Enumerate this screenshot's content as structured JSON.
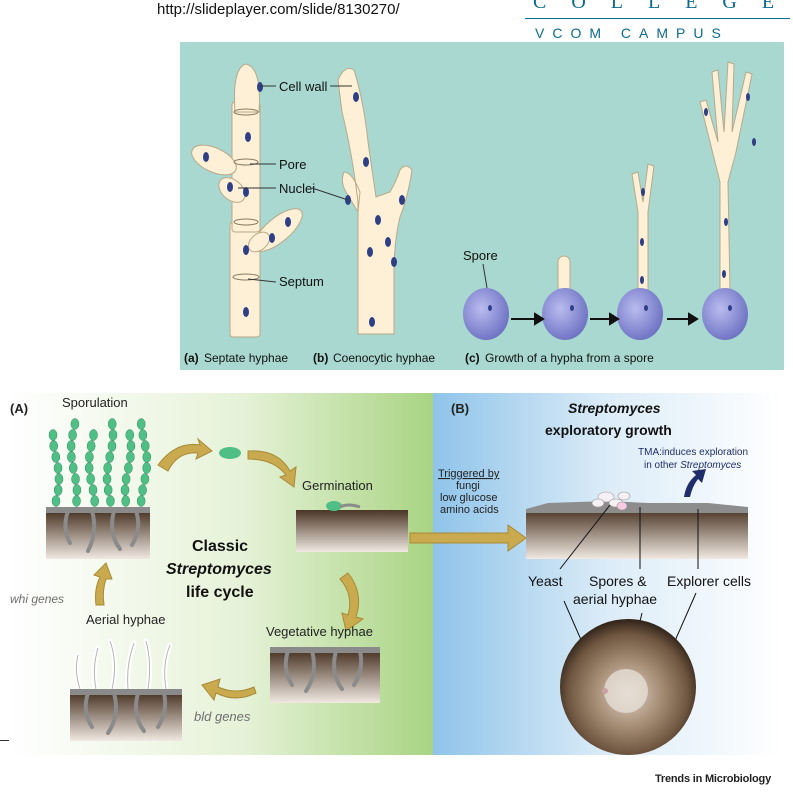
{
  "header": {
    "url": "http://slideplayer.com/slide/8130270/",
    "brand_line1": "COLLEGE",
    "brand_line2": "VCOM CAMPUS"
  },
  "fungal_figure": {
    "labels": {
      "cell_wall": "Cell wall",
      "pore": "Pore",
      "nuclei": "Nuclei",
      "septum": "Septum",
      "spore": "Spore"
    },
    "captions": {
      "a_letter": "(a)",
      "a_text": "Septate hyphae",
      "b_letter": "(b)",
      "b_text": "Coenocytic hyphae",
      "c_letter": "(c)",
      "c_text": "Growth of a hypha from a spore"
    }
  },
  "streptomyces_figure": {
    "panel_a": {
      "tag": "(A)",
      "sporulation": "Sporulation",
      "germination": "Germination",
      "title_line1": "Classic",
      "title_line2": "Streptomyces",
      "title_line3": "life cycle",
      "whi_genes": "whi genes",
      "aerial_hyphae": "Aerial hyphae",
      "vegetative_hyphae": "Vegetative hyphae",
      "bld_genes": "bld genes",
      "trigger_line1": "Triggered by",
      "trigger_line2": "fungi",
      "trigger_line3": "low glucose",
      "trigger_line4": "amino acids"
    },
    "panel_b": {
      "tag": "(B)",
      "title_line1": "Streptomyces",
      "title_line2": "exploratory growth",
      "tma_line1": "TMA:induces exploration",
      "tma_line2_prefix": "in other ",
      "tma_line2_italic": "Streptomyces",
      "yeast": "Yeast",
      "spores_line1": "Spores &",
      "spores_line2": "aerial hyphae",
      "explorer_cells": "Explorer cells"
    }
  },
  "footer": {
    "source": "Trends in Microbiology"
  },
  "colors": {
    "teal_bg": "#a8d8cf",
    "hypha_fill": "#fdf0d6",
    "nucleus": "#2e3f86",
    "spore": "#8f92d6",
    "arrow_gold": "#c9aa4e",
    "spore_green": "#4fbf86",
    "soil_brown": "#5a4230"
  }
}
